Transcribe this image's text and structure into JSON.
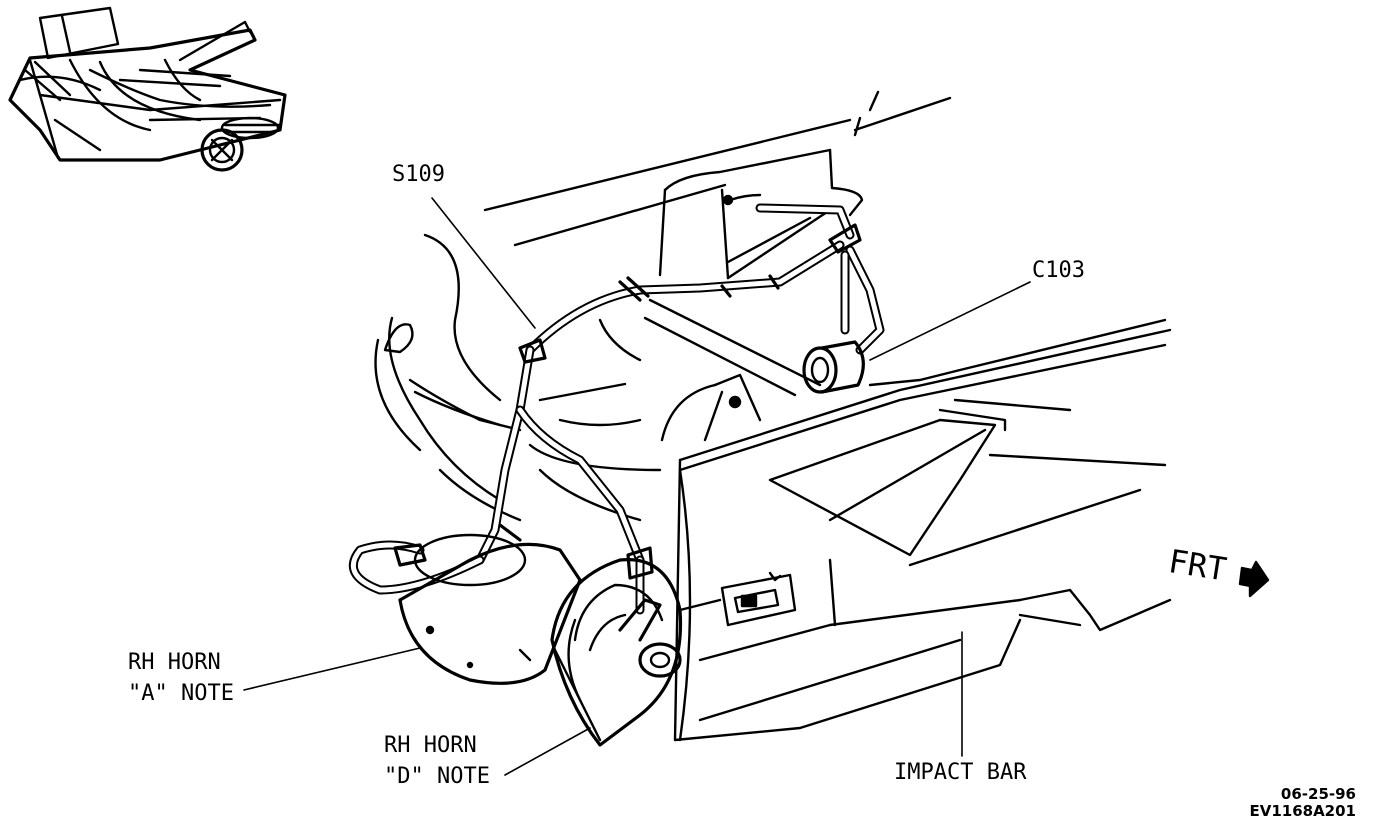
{
  "labels": {
    "s109": "S109",
    "c103": "C103",
    "rh_horn_a_line1": "RH HORN",
    "rh_horn_a_line2": "\"A\" NOTE",
    "rh_horn_d_line1": "RH HORN",
    "rh_horn_d_line2": "\"D\" NOTE",
    "impact_bar": "IMPACT BAR",
    "frt": "FRT"
  },
  "figure_code": {
    "date": "06-25-96",
    "id": "EV1168A201"
  },
  "icons": [
    "vehicle-locator-icon",
    "front-direction-arrow-icon"
  ]
}
